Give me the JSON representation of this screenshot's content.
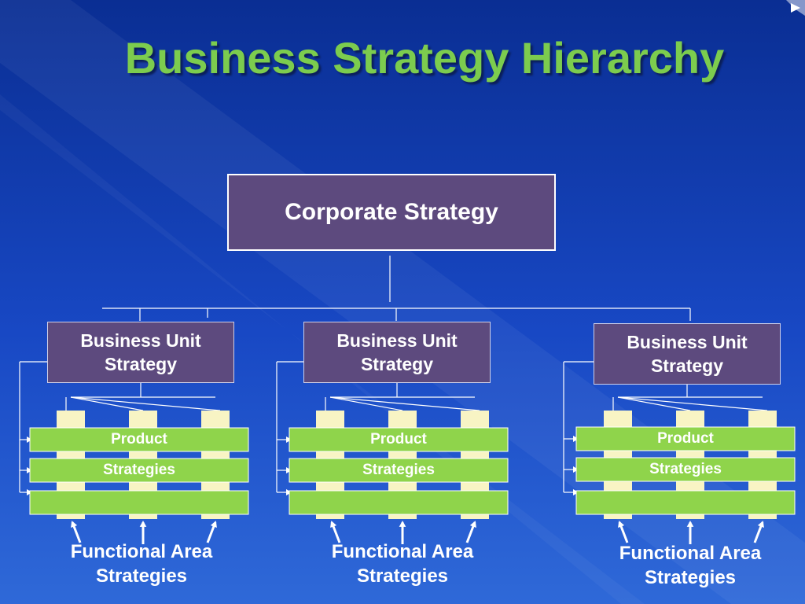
{
  "title": "Business Strategy Hierarchy",
  "corporate": {
    "label": "Corporate Strategy"
  },
  "units": [
    {
      "label": "Business Unit Strategy",
      "bar_labels": [
        "Product",
        "Strategies",
        ""
      ],
      "functional_label": "Functional Area Strategies"
    },
    {
      "label": "Business Unit Strategy",
      "bar_labels": [
        "Product",
        "Strategies",
        ""
      ],
      "functional_label": "Functional Area Strategies"
    },
    {
      "label": "Business Unit Strategy",
      "bar_labels": [
        "Product",
        "Strategies",
        ""
      ],
      "functional_label": "Functional Area Strategies"
    }
  ],
  "colors": {
    "box_fill": "#5d4a7e",
    "bar_green": "#8fd44b",
    "post_cream": "#f8f4c4",
    "title_green": "#7ccc4e",
    "connector": "#ffffff"
  }
}
